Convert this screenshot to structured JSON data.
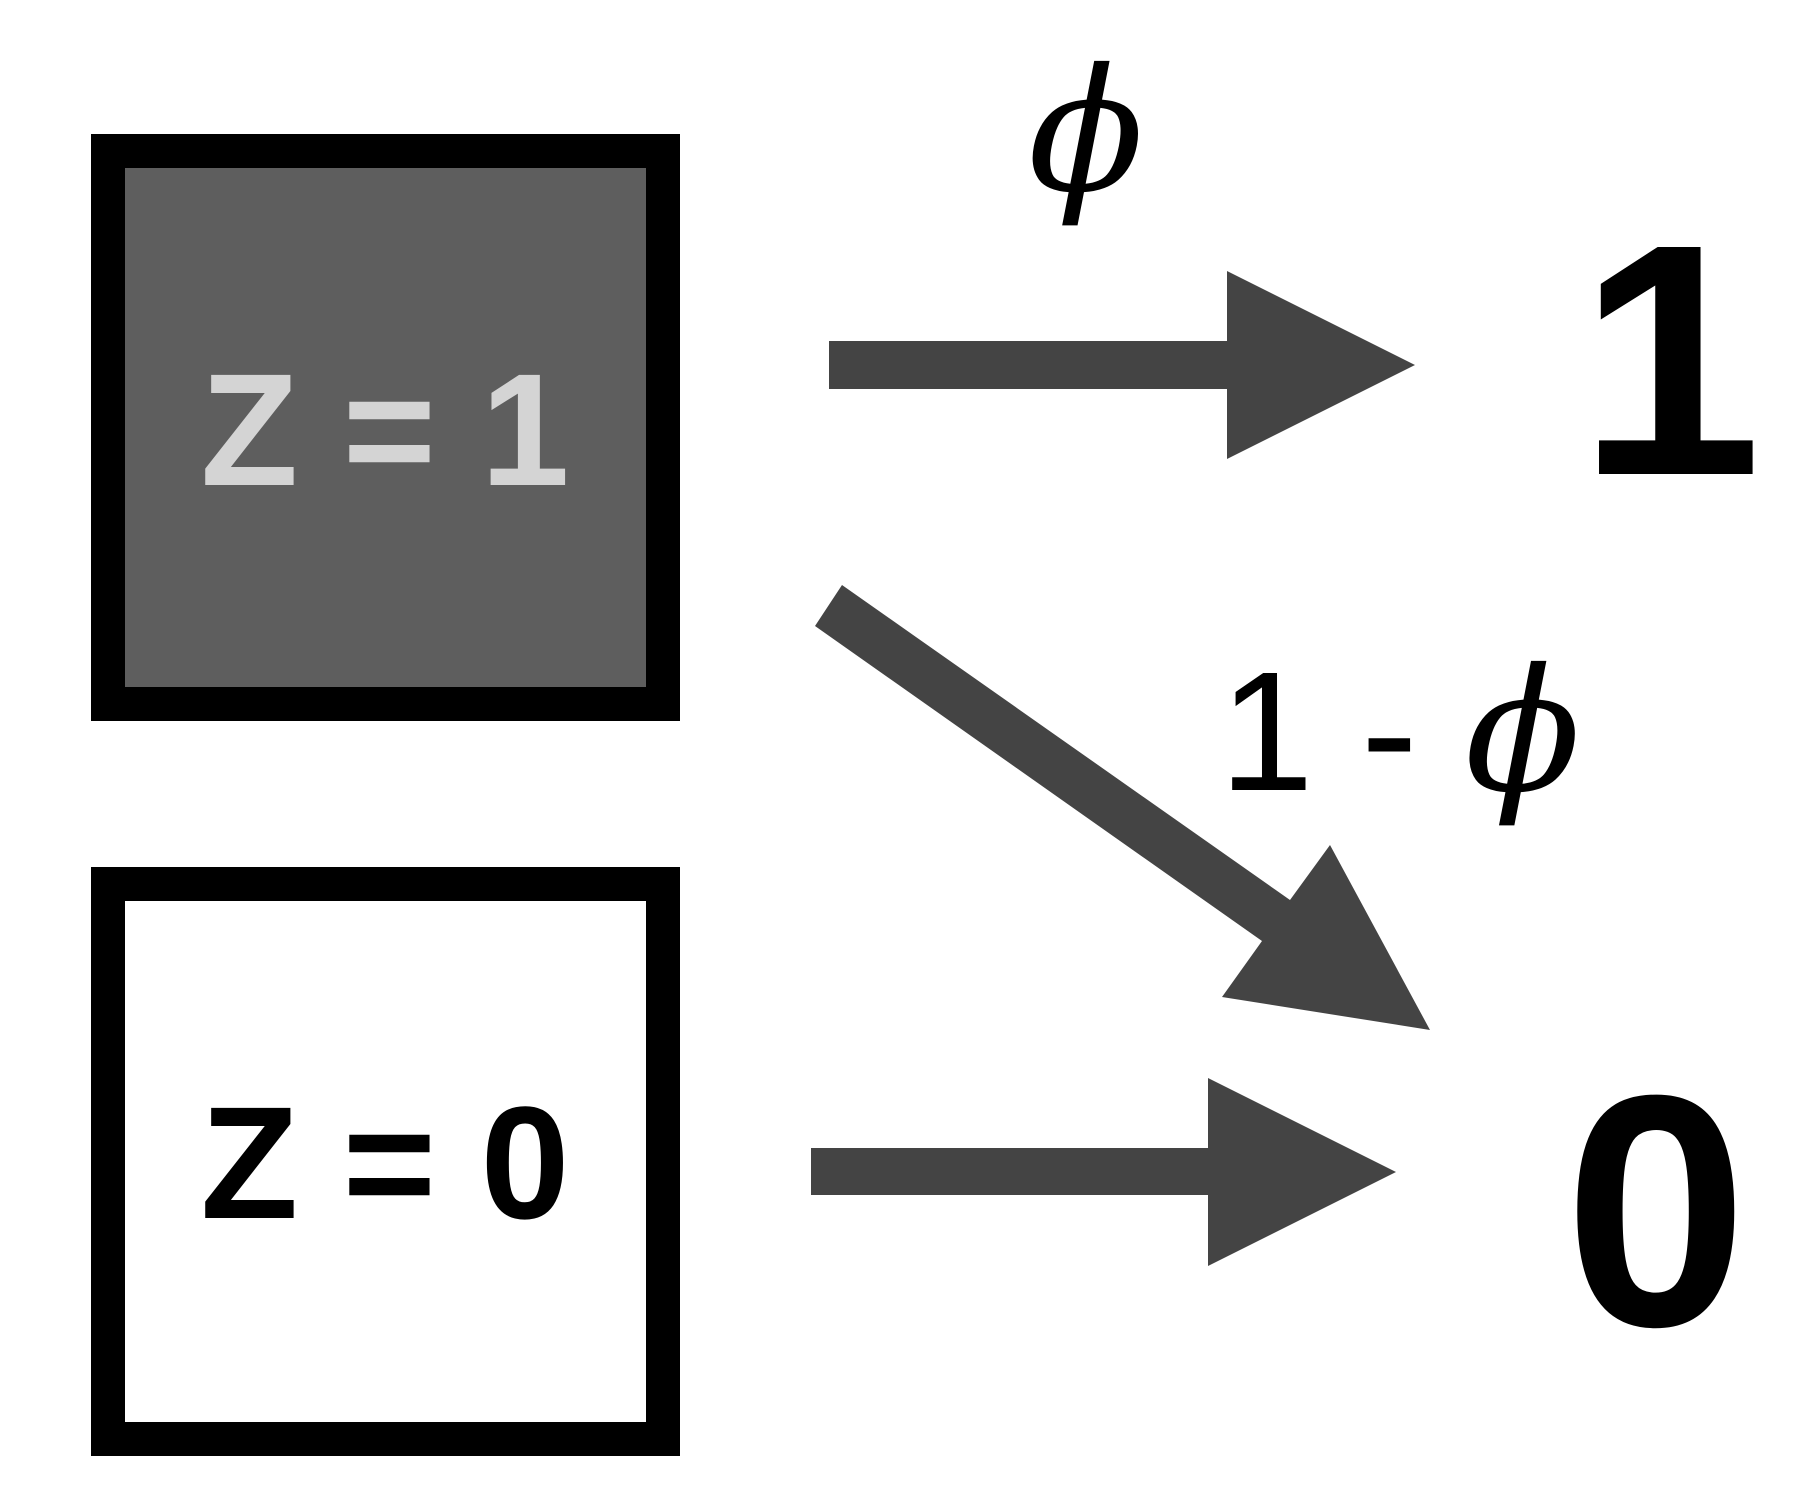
{
  "states": {
    "z1": {
      "label": "Z = 1",
      "fill": "#5e5e5e",
      "text_color": "#d4d4d4"
    },
    "z0": {
      "label": "Z = 0",
      "fill": "#ffffff",
      "text_color": "#000000"
    }
  },
  "outcomes": {
    "one": "1",
    "zero": "0"
  },
  "probabilities": {
    "top": {
      "symbol": "ϕ"
    },
    "diagonal": {
      "prefix": "1 - ",
      "symbol": "ϕ"
    }
  },
  "colors": {
    "arrow": "#444444",
    "border": "#000000"
  }
}
